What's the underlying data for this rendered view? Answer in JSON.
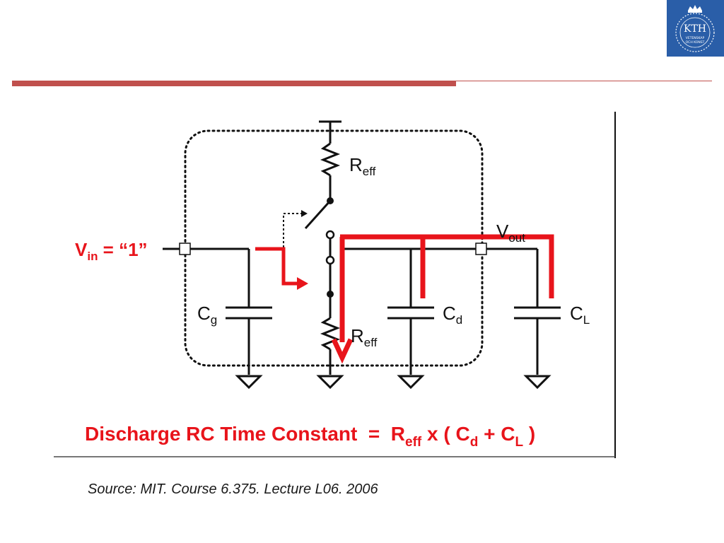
{
  "logo": {
    "text": "KTH",
    "subtext_1": "VETENSKAP",
    "subtext_2": "OCH KONST"
  },
  "diagram": {
    "vin_label": "V",
    "vin_sub": "in",
    "vin_value": " = “1”",
    "reff_top_main": "R",
    "reff_top_sub": "eff",
    "reff_bottom_main": "R",
    "reff_bottom_sub": "eff",
    "vout_main": "V",
    "vout_sub": "out",
    "cg_main": "C",
    "cg_sub": "g",
    "cd_main": "C",
    "cd_sub": "d",
    "cl_main": "C",
    "cl_sub": "L",
    "formula": {
      "lead": "Discharge RC Time Constant  =  R",
      "reff_sub": "eff",
      "mid": " x ( C",
      "cd_sub": "d",
      "plus": " + C",
      "cl_sub": "L",
      "close": " )"
    }
  },
  "colors": {
    "accent_red": "#e8141b",
    "rule": "#c0504d",
    "logo_blue": "#2a5ea8"
  },
  "source": "Source: MIT. Course 6.375. Lecture L06. 2006"
}
